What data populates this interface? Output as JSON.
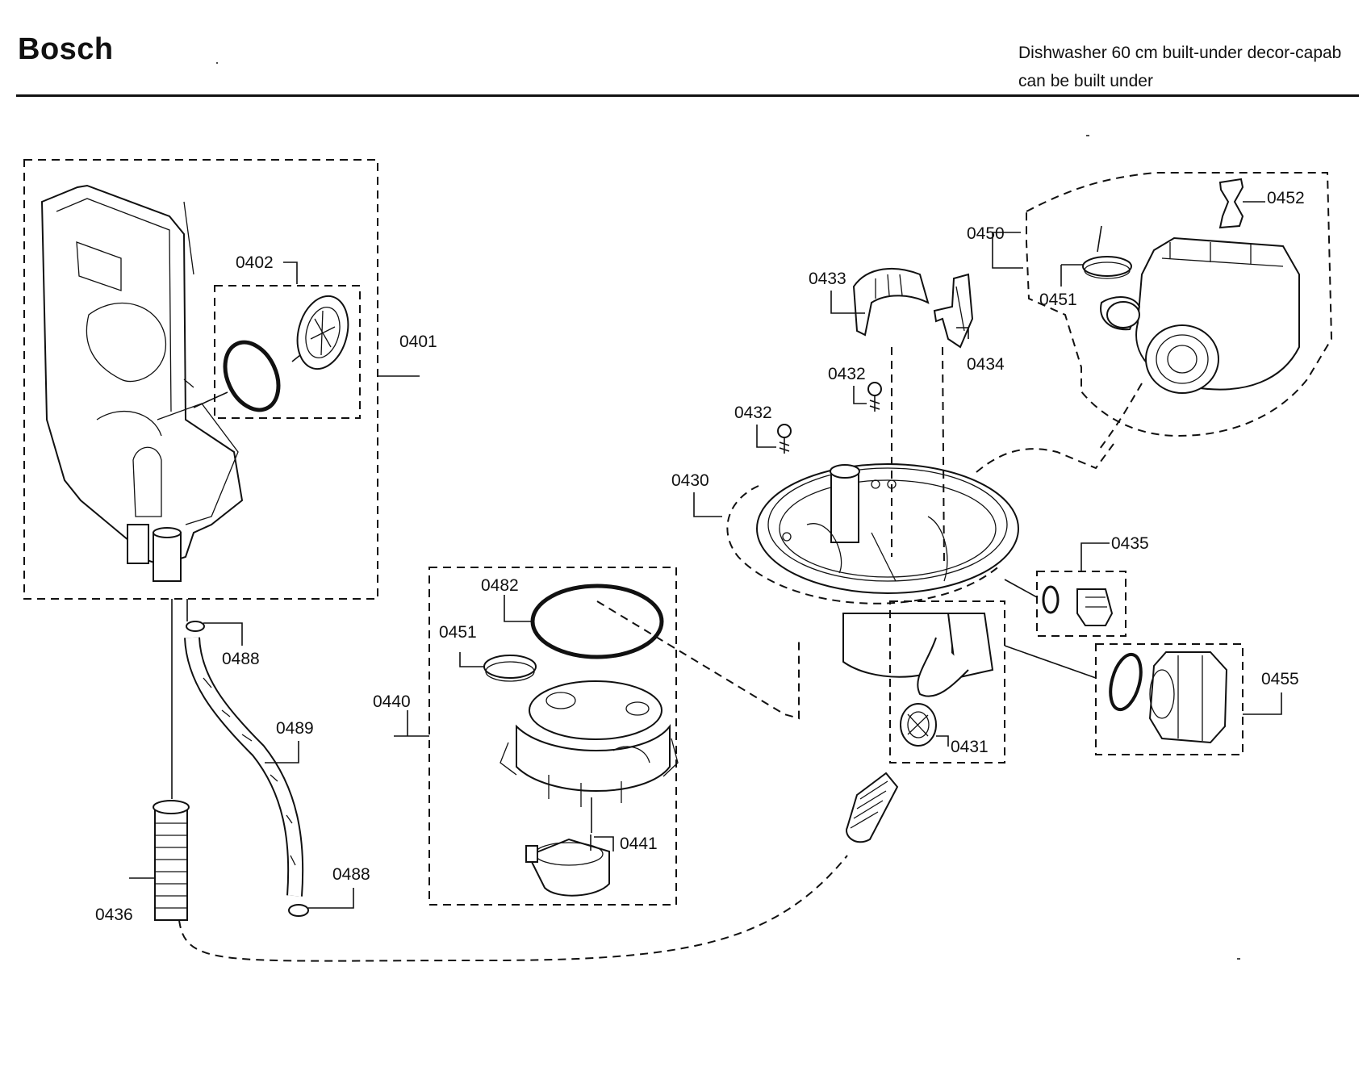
{
  "header": {
    "brand": "Bosch",
    "description_line1": "Dishwasher 60 cm built-under decor-capab",
    "description_line2": "can be built under"
  },
  "parts": {
    "p0401": "0401",
    "p0402": "0402",
    "p0430": "0430",
    "p0431": "0431",
    "p0432a": "0432",
    "p0432b": "0432",
    "p0433": "0433",
    "p0434": "0434",
    "p0435": "0435",
    "p0436": "0436",
    "p0440": "0440",
    "p0441": "0441",
    "p0450": "0450",
    "p0451a": "0451",
    "p0451b": "0451",
    "p0452": "0452",
    "p0455": "0455",
    "p0482": "0482",
    "p0488a": "0488",
    "p0488b": "0488",
    "p0489": "0489"
  }
}
